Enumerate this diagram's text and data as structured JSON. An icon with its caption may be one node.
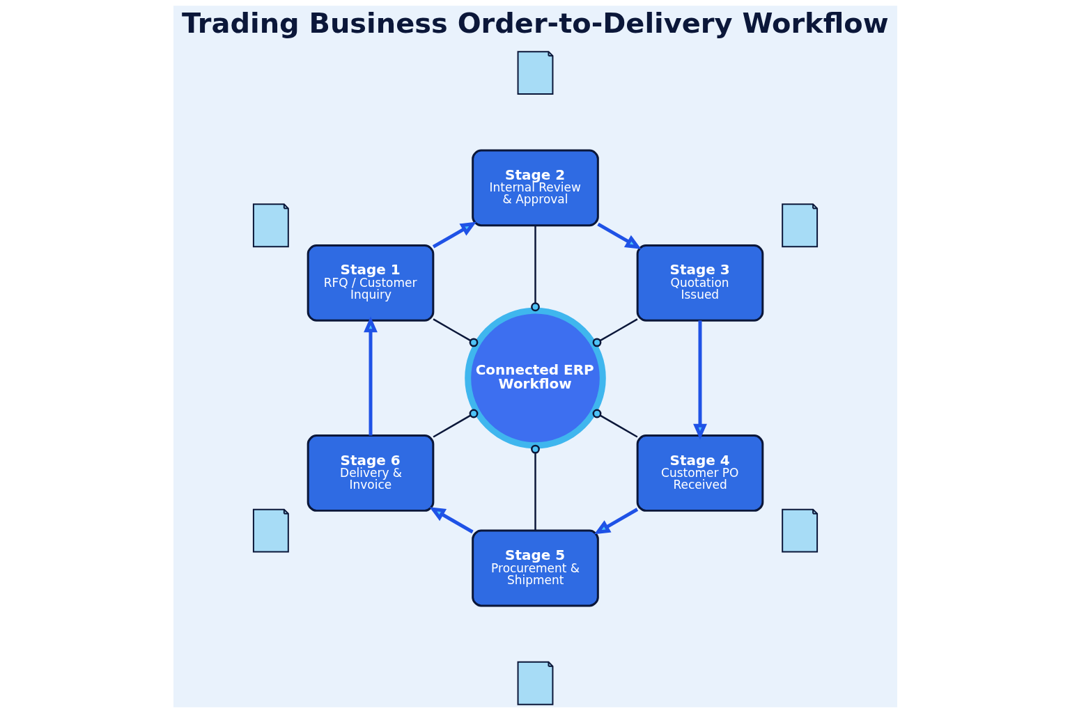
{
  "diagram": {
    "title": "Trading Business Order-to-Delivery Workflow",
    "nodes": [
      {
        "text": [],
        "shape": "picture"
      },
      {
        "text": [
          "Stage 1",
          "RFQ / Customer Inquiry"
        ]
      },
      {
        "text": [
          "Stage 2",
          "Internal Review & Approval"
        ]
      },
      {
        "text": [],
        "shape": "picture"
      },
      {
        "text": [],
        "shape": "picture"
      },
      {
        "text": [
          "Stage 6",
          "Delivery & Invoice"
        ]
      },
      {
        "text": [
          "Connected ERP Workflow"
        ]
      },
      {
        "text": [
          "Stage 3",
          "Quotation Issued"
        ]
      },
      {
        "text": [],
        "shape": "picture"
      },
      {
        "text": [],
        "shape": "picture"
      },
      {
        "text": [
          "Stage 5",
          "Procurement & Shipment"
        ]
      },
      {
        "text": [
          "Stage 4",
          "Customer PO Received"
        ]
      },
      {
        "text": [],
        "shape": "picture"
      }
    ],
    "edges": [
      {
        "from": 1,
        "to": 2,
        "arrow": "to",
        "style": "thick",
        "color": "#1f52e6"
      },
      {
        "from": 2,
        "to": 7,
        "arrow": "to",
        "style": "thick",
        "color": "#1f52e6"
      },
      {
        "from": 7,
        "to": 11,
        "arrow": "to",
        "style": "thick",
        "color": "#1f52e6"
      },
      {
        "from": 11,
        "to": 10,
        "arrow": "to",
        "style": "thick",
        "color": "#1f52e6"
      },
      {
        "from": 10,
        "to": 5,
        "arrow": "to",
        "style": "thick",
        "color": "#1f52e6"
      },
      {
        "from": 5,
        "to": 1,
        "arrow": "to",
        "style": "thick",
        "color": "#1f52e6"
      },
      {
        "from": 1,
        "to": 6,
        "arrow": "other",
        "color": "#0b1739"
      },
      {
        "from": 2,
        "to": 6,
        "arrow": "other",
        "color": "#0b1739"
      },
      {
        "from": 5,
        "to": 6,
        "arrow": "other",
        "color": "#0b1739"
      },
      {
        "from": 7,
        "to": 6,
        "arrow": "other",
        "color": "#0b1739"
      },
      {
        "from": 10,
        "to": 6,
        "arrow": "other",
        "color": "#0b1739"
      },
      {
        "from": 11,
        "to": 6,
        "arrow": "other",
        "color": "#0b1739"
      }
    ]
  }
}
